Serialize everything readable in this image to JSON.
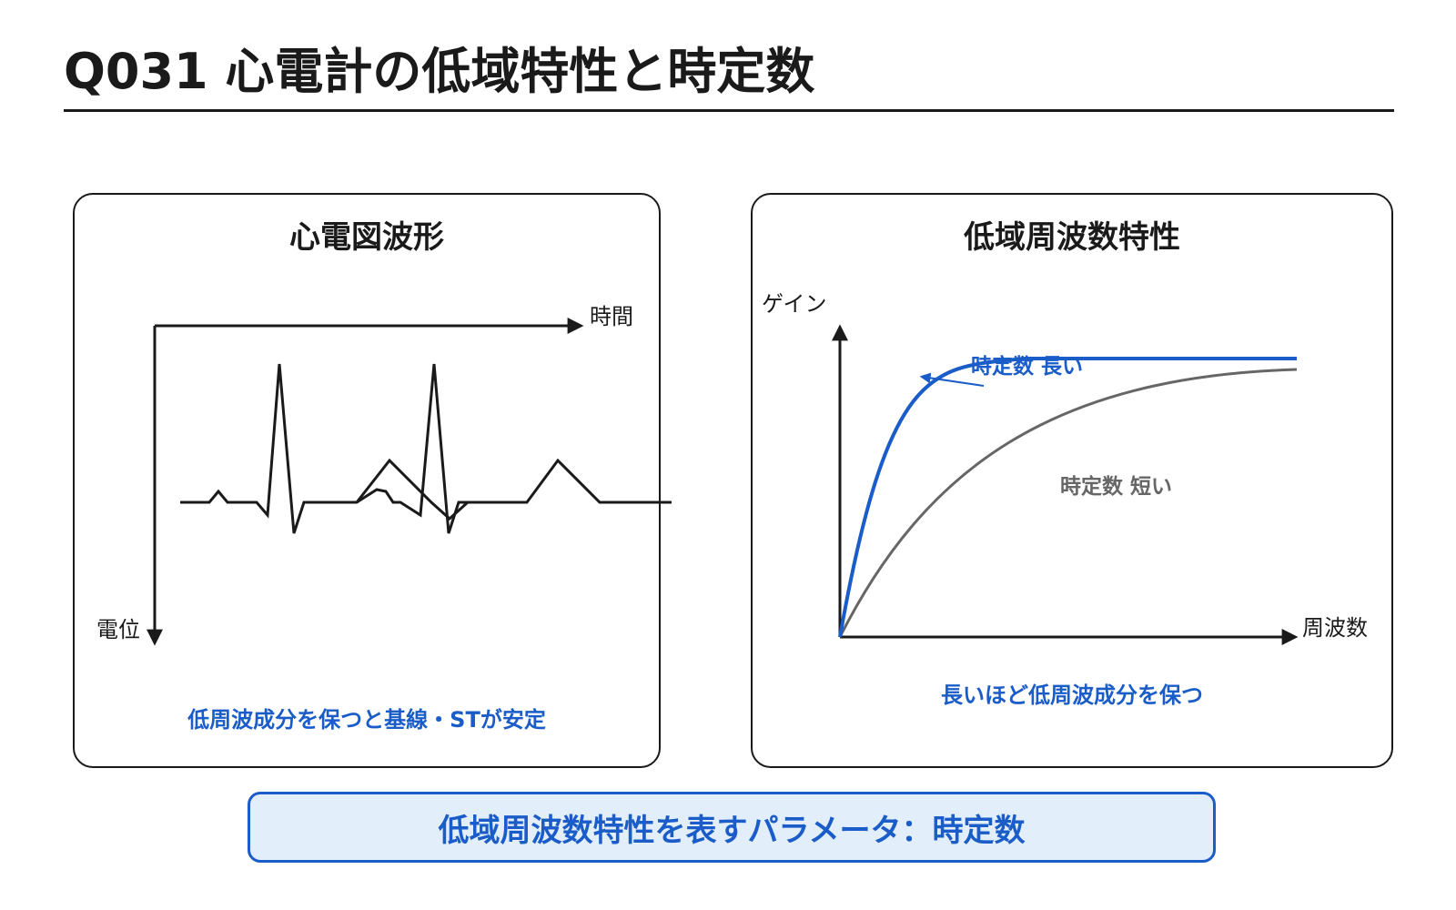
{
  "title": "Q031 心電計の低域特性と時定数",
  "ecg_panel": {
    "title": "心電図波形",
    "time_label": "時間",
    "potential_label": "電位",
    "note": "低周波成分を保つと基線・STが安定"
  },
  "freq_panel": {
    "title": "低域周波数特性",
    "gain_label": "ゲイン",
    "freq_label": "周波数",
    "long_label": "時定数 長い",
    "short_label": "時定数 短い",
    "note": "長いほど低周波成分を保つ"
  },
  "bottom_box": "低域周波数特性を表すパラメータ：時定数",
  "colors": {
    "accent": "#1a5cc8",
    "long_curve": "#1a5cc8",
    "short_curve": "#666666",
    "box_fill": "#e3eefb",
    "ink": "#1a1a1a"
  }
}
